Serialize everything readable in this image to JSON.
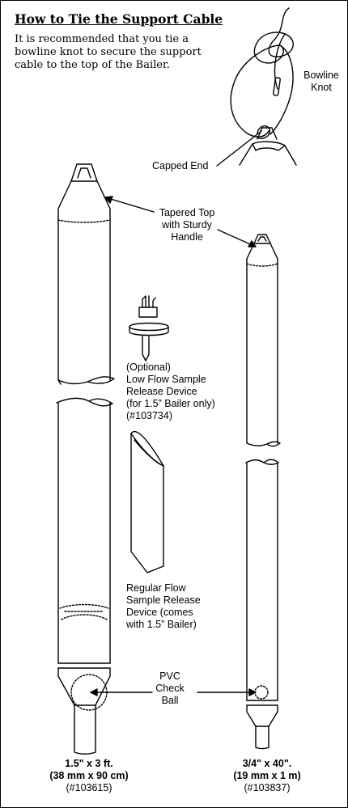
{
  "header": {
    "title": "How to Tie the Support Cable",
    "intro": "It is recommended that you tie a bowline knot to secure the support cable to the top of the Bailer."
  },
  "callouts": {
    "bowline_knot": "Bowline\nKnot",
    "capped_end": "Capped End",
    "tapered_top": "Tapered Top\nwith Sturdy\nHandle",
    "optional_device": "(Optional)\nLow Flow Sample\nRelease Device\n(for 1.5” Bailer only)\n(#103734)",
    "regular_device": "Regular Flow\nSample Release\nDevice (comes\nwith 1.5” Bailer)",
    "check_ball": "PVC\nCheck\nBall"
  },
  "products": [
    {
      "size": "1.5\" x 3 ft.",
      "metric": "(38 mm x 90 cm)",
      "part": "(#103615)"
    },
    {
      "size": "3/4\" x 40\".",
      "metric": "(19 mm x 1 m)",
      "part": "(#103837)"
    }
  ]
}
